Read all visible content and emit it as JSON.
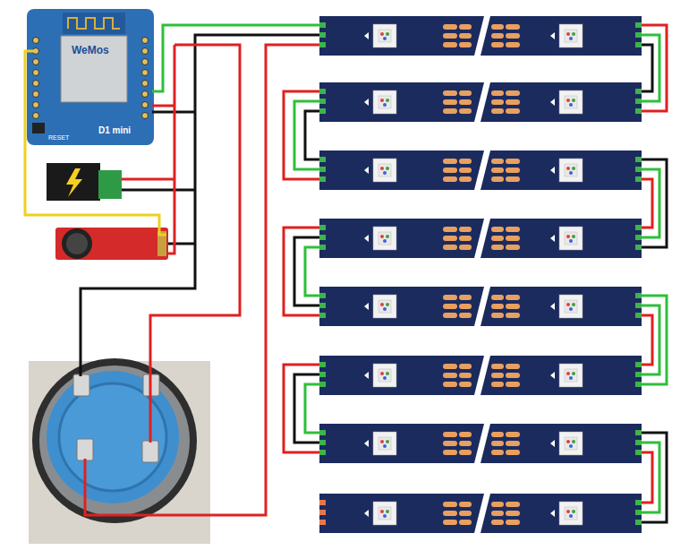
{
  "diagram": {
    "labels": [
      "WeMos",
      "D1 mini",
      "RESET"
    ]
  }
}
